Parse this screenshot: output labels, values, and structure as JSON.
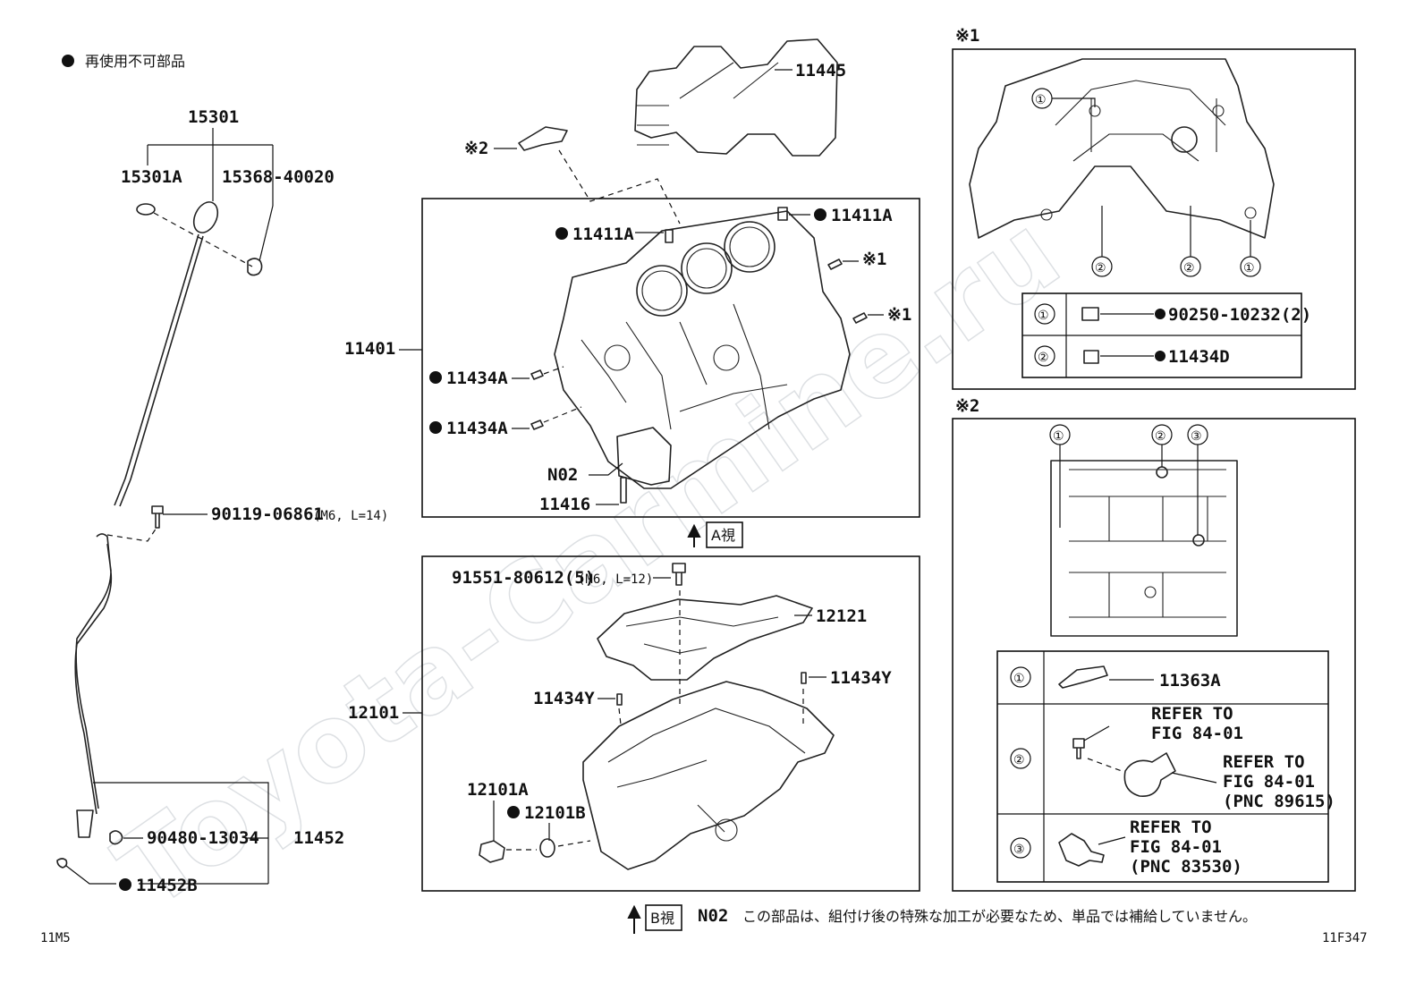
{
  "legend": {
    "text": "再使用不可部品"
  },
  "watermark": "Toyota-Carmine.ru",
  "labels": {
    "p15301": "15301",
    "p15301A": "15301A",
    "p15368": "15368-40020",
    "p90119": "90119-06861",
    "p90119_spec": "(M6, L=14)",
    "p90480": "90480-13034",
    "p11452": "11452",
    "p11452B": "11452B",
    "p11445": "11445",
    "kome2_top": "※2",
    "p11411A_1": "11411A",
    "p11411A_2": "11411A",
    "kome1_a": "※1",
    "kome1_b": "※1",
    "p11401": "11401",
    "p11434A_1": "11434A",
    "p11434A_2": "11434A",
    "pN02": "N02",
    "p11416": "11416",
    "viewA": "A視",
    "p91551": "91551-80612(5)",
    "p91551_spec": "(M6, L=12)",
    "p12121": "12121",
    "p12101": "12101",
    "p11434Y_1": "11434Y",
    "p11434Y_2": "11434Y",
    "p12101A": "12101A",
    "p12101B": "12101B",
    "viewB": "B視"
  },
  "inset1": {
    "marker": "※1",
    "callout1": "①",
    "callout2": "②",
    "rows": [
      {
        "num": "①",
        "part": "90250-10232(2)"
      },
      {
        "num": "②",
        "part": "11434D"
      }
    ]
  },
  "inset2": {
    "marker": "※2",
    "c1": "①",
    "c2": "②",
    "c3": "③",
    "rows": [
      {
        "num": "①",
        "part": "11363A"
      },
      {
        "num": "②",
        "ref1": "REFER TO",
        "ref2": "FIG 84-01",
        "ref3": "REFER TO",
        "ref4": "FIG 84-01",
        "ref5": "(PNC 89615)"
      },
      {
        "num": "③",
        "ref1": "REFER TO",
        "ref2": "FIG 84-01",
        "ref3": "(PNC 83530)"
      }
    ]
  },
  "note": {
    "code": "N02",
    "text": "この部品は、組付け後の特殊な加工が必要なため、単品では補給していません。"
  },
  "footer": {
    "left": "11M5",
    "right": "11F347"
  }
}
